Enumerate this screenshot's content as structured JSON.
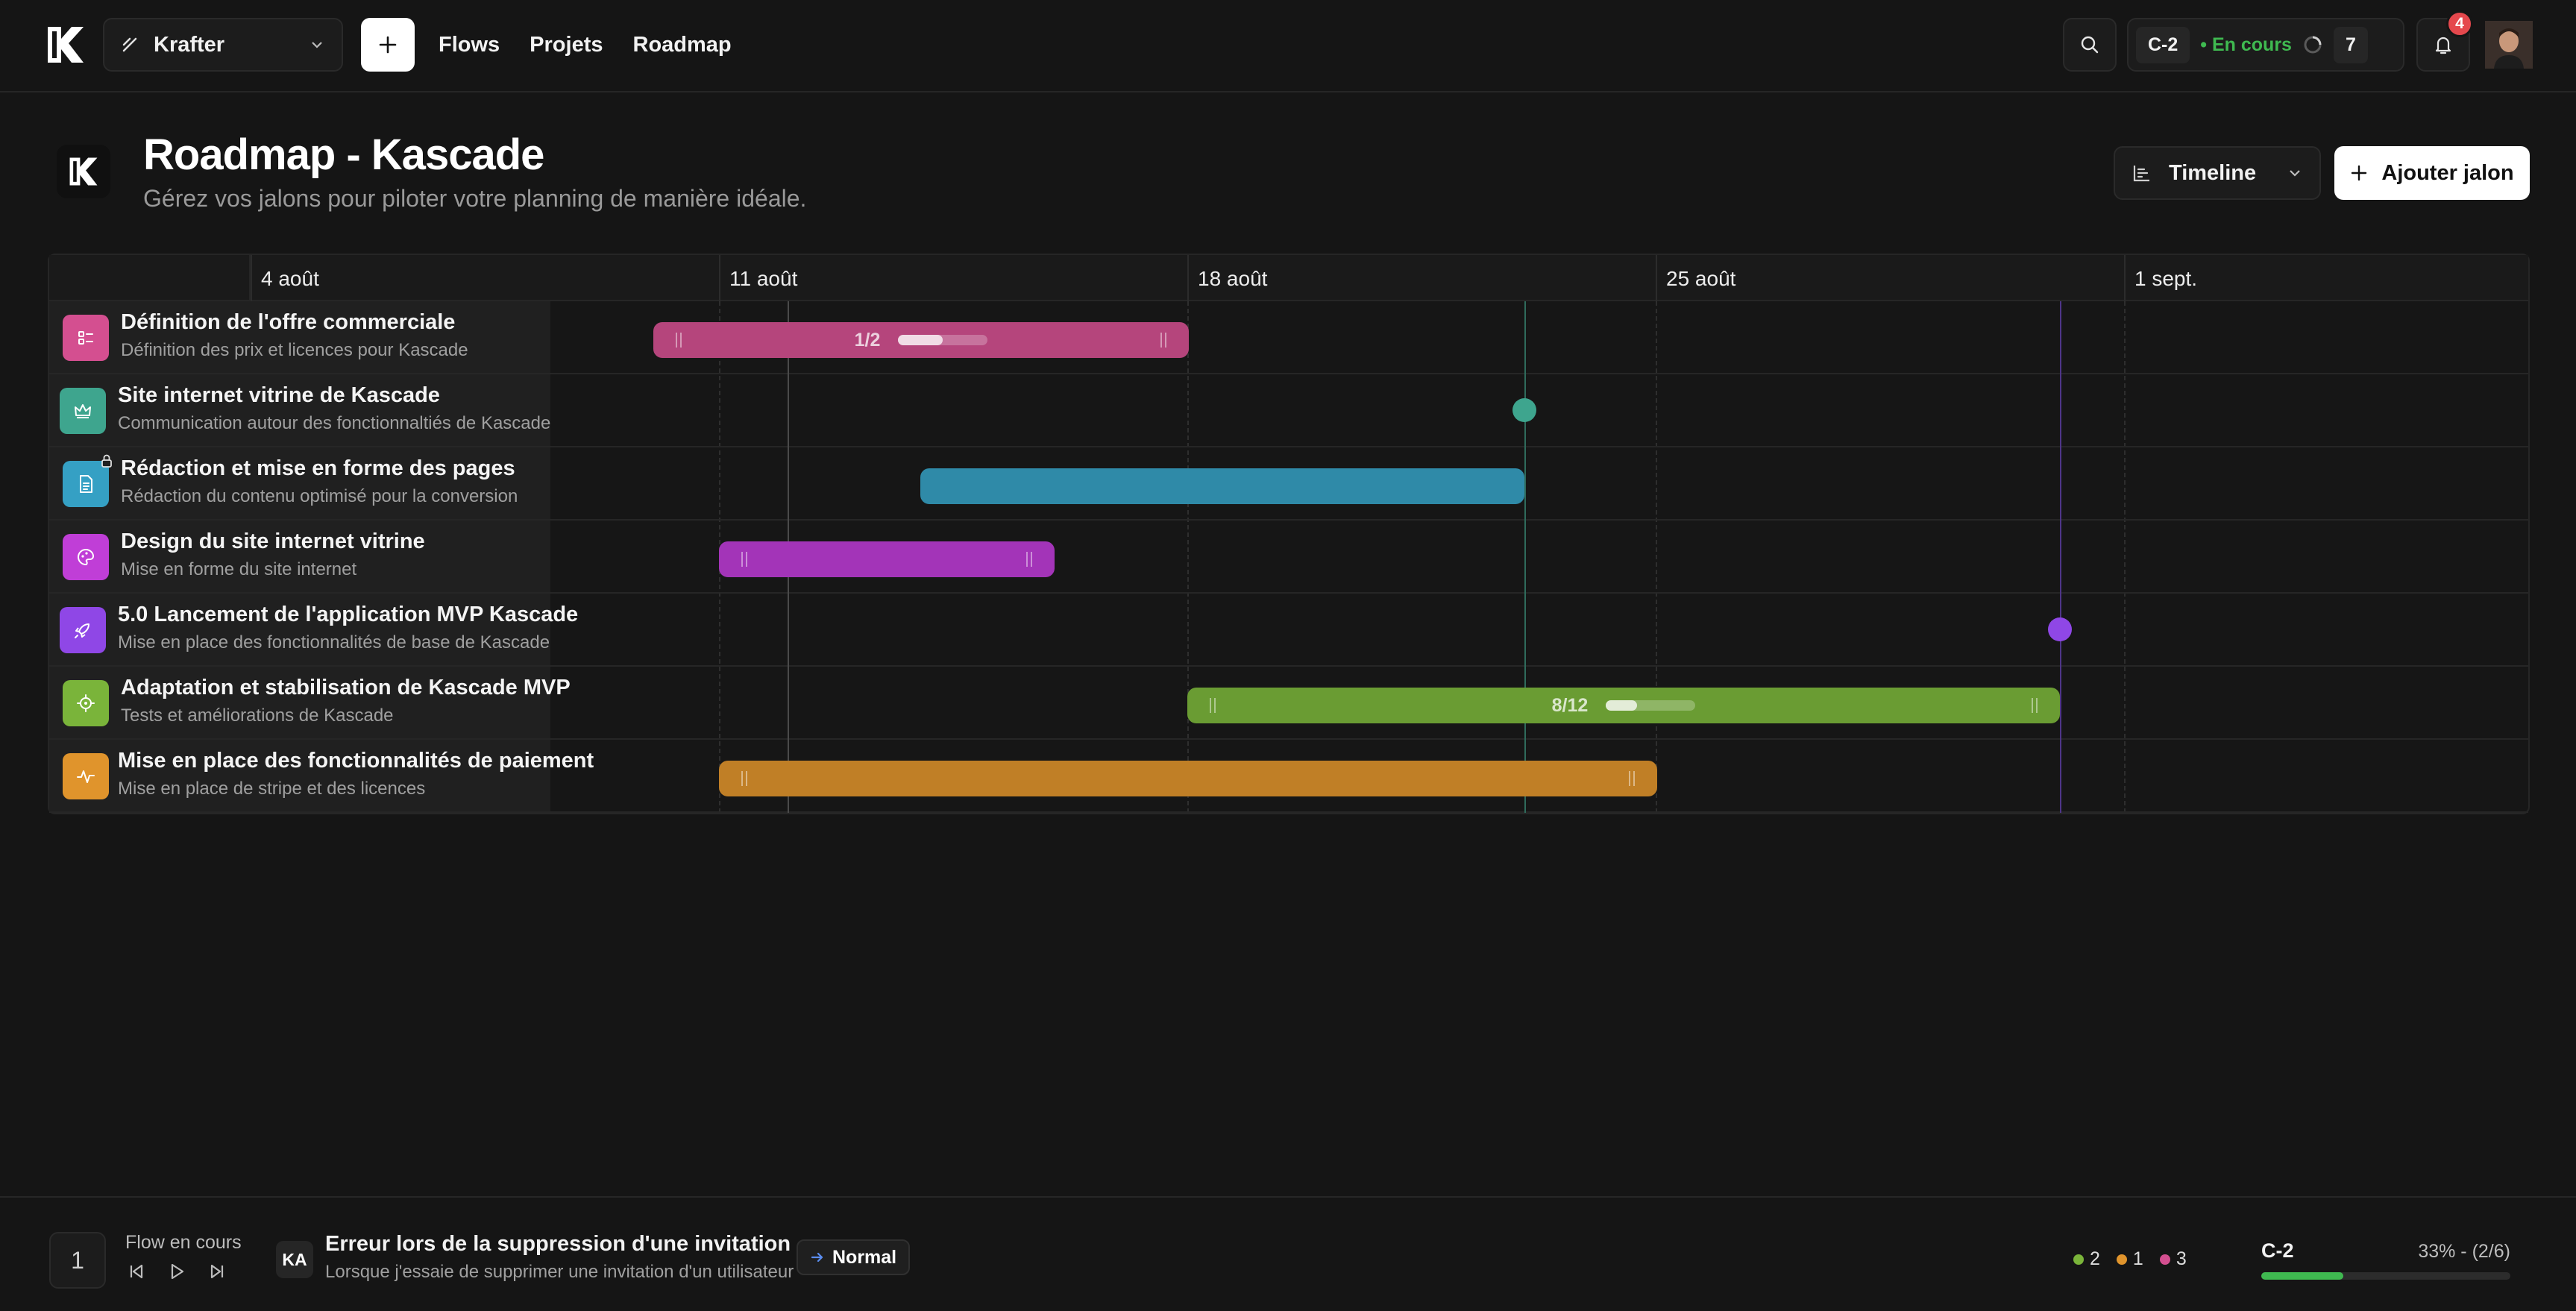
{
  "topbar": {
    "workspace": "Krafter",
    "nav": [
      "Flows",
      "Projets",
      "Roadmap"
    ],
    "cycle_code": "C-2",
    "cycle_status": "• En cours",
    "cycle_count": "7",
    "notifications": "4"
  },
  "header": {
    "title": "Roadmap - Kascade",
    "subtitle": "Gérez vos jalons pour piloter votre planning de manière idéale.",
    "view": "Timeline",
    "add_button": "Ajouter jalon"
  },
  "timeline": {
    "weeks": [
      "4 août",
      "11 août",
      "18 août",
      "25 août",
      "1 sept."
    ],
    "rows": [
      {
        "title": "Définition de l'offre commerciale",
        "description": "Définition des prix et licences pour Kascade",
        "color": "#d44f90",
        "icon": "list-icon",
        "bar_count": "1/2",
        "progress": 0.5
      },
      {
        "title": "Site internet vitrine de Kascade",
        "description": "Communication autour des fonctionnaltiés de Kascade",
        "color": "#3ea58e",
        "icon": "crown-icon"
      },
      {
        "title": "Rédaction et mise en forme des pages",
        "description": "Rédaction du contenu optimisé pour la conversion",
        "color": "#35a0c4",
        "icon": "document-icon"
      },
      {
        "title": "Design du site internet vitrine",
        "description": "Mise en forme du site internet",
        "color": "#c03ed7",
        "icon": "palette-icon"
      },
      {
        "title": "5.0 Lancement de l'application MVP Kascade",
        "description": "Mise en place des fonctionnalités de base de Kascade",
        "color": "#8f47e6",
        "icon": "rocket-icon"
      },
      {
        "title": "Adaptation et stabilisation de Kascade MVP",
        "description": "Tests et améliorations de Kascade",
        "color": "#7ab43a",
        "icon": "target-icon",
        "bar_count": "8/12",
        "progress": 0.35
      },
      {
        "title": "Mise en place des fonctionnalités de paiement",
        "description": "Mise en place de stripe et des licences",
        "color": "#e0942c",
        "icon": "pulse-icon"
      }
    ]
  },
  "bottombar": {
    "flow_number": "1",
    "flow_label": "Flow en cours",
    "assignee": "KA",
    "task_title": "Erreur lors de la suppression d'une invitation",
    "task_desc": "Lorsque j'essaie de supprimer une invitation d'un utilisateur",
    "priority": "Normal",
    "legend": [
      {
        "count": "2",
        "color": "#7ab43a"
      },
      {
        "count": "1",
        "color": "#e0942c"
      },
      {
        "count": "3",
        "color": "#d44f90"
      }
    ],
    "cycle_code": "C-2",
    "cycle_progress": "33% - (2/6)",
    "cycle_fraction": 0.33
  }
}
